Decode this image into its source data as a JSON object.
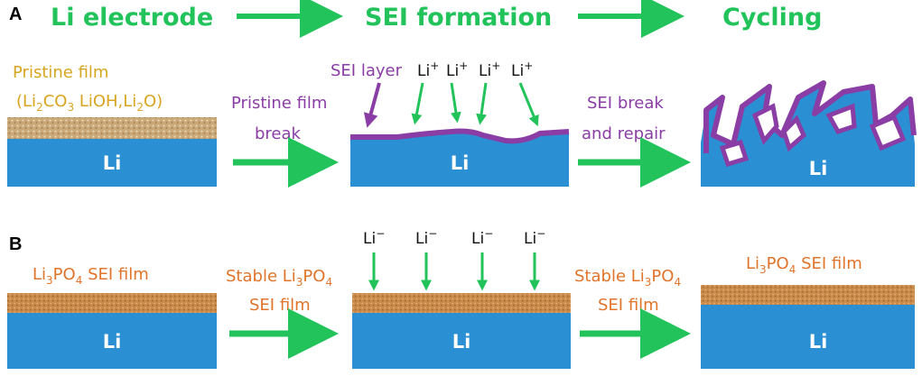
{
  "colors": {
    "green": "#22c35a",
    "li_blue": "#2b8fd3",
    "purple": "#8a3ea5",
    "pristine_gold": "#d9a520",
    "li3po4_orange": "#e0742a",
    "film_tan": "#c8904e",
    "film_texture": "#b9c9a8"
  },
  "headers": {
    "step1": "Li electrode",
    "step2": "SEI formation",
    "step3": "Cycling"
  },
  "panel_a": {
    "label": "A",
    "pristine_line1": "Pristine film",
    "pristine_formula_open": "(Li",
    "pristine_formula_sub1": "2",
    "pristine_formula_mid": "CO",
    "pristine_formula_sub2": "3",
    "pristine_formula_rest": " LiOH,Li",
    "pristine_formula_sub3": "2",
    "pristine_formula_close": "O)",
    "arrow1_line1": "Pristine film",
    "arrow1_line2": "break",
    "sei_layer_label": "SEI layer",
    "ion": "Li",
    "ion_charge": "+",
    "arrow2_line1": "SEI break",
    "arrow2_line2": "and repair",
    "electrode_label": "Li"
  },
  "panel_b": {
    "label": "B",
    "film_label_pre": "Li",
    "film_sub1": "3",
    "film_mid": "PO",
    "film_sub2": "4",
    "film_post": " SEI film",
    "arrow_line1_pre": "Stable Li",
    "arrow_sub1": "3",
    "arrow_mid": "PO",
    "arrow_sub2": "4",
    "arrow_line2": "SEI film",
    "ion": "Li",
    "ion_charge": "−",
    "electrode_label": "Li"
  }
}
